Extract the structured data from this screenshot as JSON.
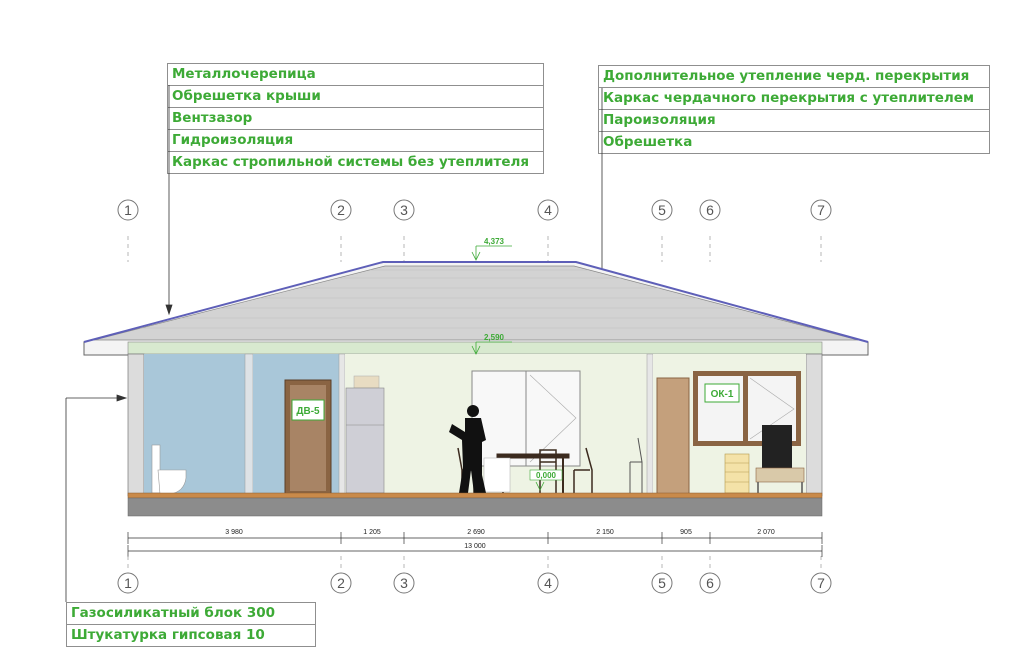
{
  "legend_roof": {
    "items": [
      "Металлочерепица",
      "Обрешетка крыши",
      "Вентзазор",
      "Гидроизоляция",
      "Каркас стропильной системы без утеплителя"
    ]
  },
  "legend_ceiling": {
    "items": [
      "Дополнительное утепление черд. перекрытия",
      "Каркас чердачного перекрытия с утеплителем",
      "Пароизоляция",
      "Обрешетка"
    ]
  },
  "legend_wall": {
    "items": [
      "Газосиликатный блок 300",
      "Штукатурка гипсовая 10"
    ]
  },
  "grid_axes": [
    "1",
    "2",
    "3",
    "4",
    "5",
    "6",
    "7"
  ],
  "elevations": {
    "ridge": "4,373",
    "ceiling": "2,590",
    "floor": "0,000"
  },
  "tags": {
    "door": "ДВ-5",
    "window": "ОК-1"
  },
  "dimensions": {
    "segments": [
      "3 980",
      "1 205",
      "2 690",
      "2 150",
      "905",
      "2 070"
    ],
    "total": "13 000"
  },
  "colors": {
    "accent_green": "#3daa36",
    "bathroom_wall": "#a9c7d9",
    "room_wall": "#eef3e4",
    "roof_fill": "#d5d5d5",
    "floor_layer": "#c98a4a"
  }
}
